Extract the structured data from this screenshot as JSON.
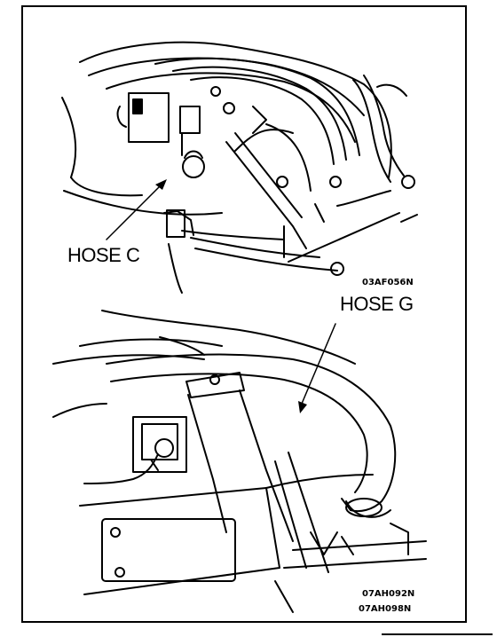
{
  "figure": {
    "top_panel": {
      "label": "HOSE C",
      "code": "03AF056N"
    },
    "bottom_panel": {
      "label": "HOSE G",
      "code_1": "07AH092N",
      "code_2": "07AH098N"
    },
    "colors": {
      "ink": "#000000",
      "paper": "#ffffff"
    }
  }
}
